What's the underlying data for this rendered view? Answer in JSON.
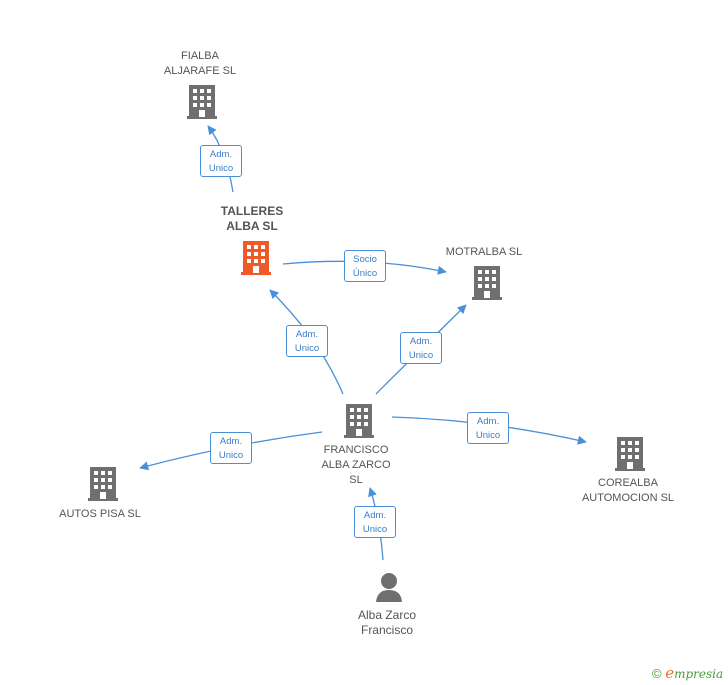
{
  "colors": {
    "edge": "#4a90d9",
    "building": "#6f6f6f",
    "highlight": "#f05a28",
    "person": "#6f6f6f"
  },
  "nodes": [
    {
      "id": "fialba",
      "label": "FIALBA\nALJARAFE SL",
      "icon": "building-icon"
    },
    {
      "id": "talleres",
      "label": "TALLERES\nALBA SL",
      "icon": "building-icon",
      "highlight": true
    },
    {
      "id": "motralba",
      "label": "MOTRALBA SL",
      "icon": "building-icon"
    },
    {
      "id": "francisco",
      "label": "FRANCISCO\nALBA ZARCO\nSL",
      "icon": "building-icon"
    },
    {
      "id": "autospisa",
      "label": "AUTOS PISA SL",
      "icon": "building-icon"
    },
    {
      "id": "corealba",
      "label": "COREALBA\nAUTOMOCION SL",
      "icon": "building-icon"
    },
    {
      "id": "person",
      "label": "Alba Zarco\nFrancisco",
      "icon": "person-icon"
    }
  ],
  "edges": [
    {
      "from": "talleres",
      "to": "fialba",
      "label": "Adm.\nUnico"
    },
    {
      "from": "talleres",
      "to": "motralba",
      "label": "Socio\nÚnico"
    },
    {
      "from": "francisco",
      "to": "talleres",
      "label": "Adm.\nUnico"
    },
    {
      "from": "francisco",
      "to": "motralba",
      "label": "Adm.\nUnico"
    },
    {
      "from": "francisco",
      "to": "autospisa",
      "label": "Adm.\nUnico"
    },
    {
      "from": "francisco",
      "to": "corealba",
      "label": "Adm.\nUnico"
    },
    {
      "from": "person",
      "to": "francisco",
      "label": "Adm.\nUnico"
    }
  ],
  "footer": {
    "copyright": "©",
    "brand_initial": "e",
    "brand_rest": "mpresia"
  }
}
